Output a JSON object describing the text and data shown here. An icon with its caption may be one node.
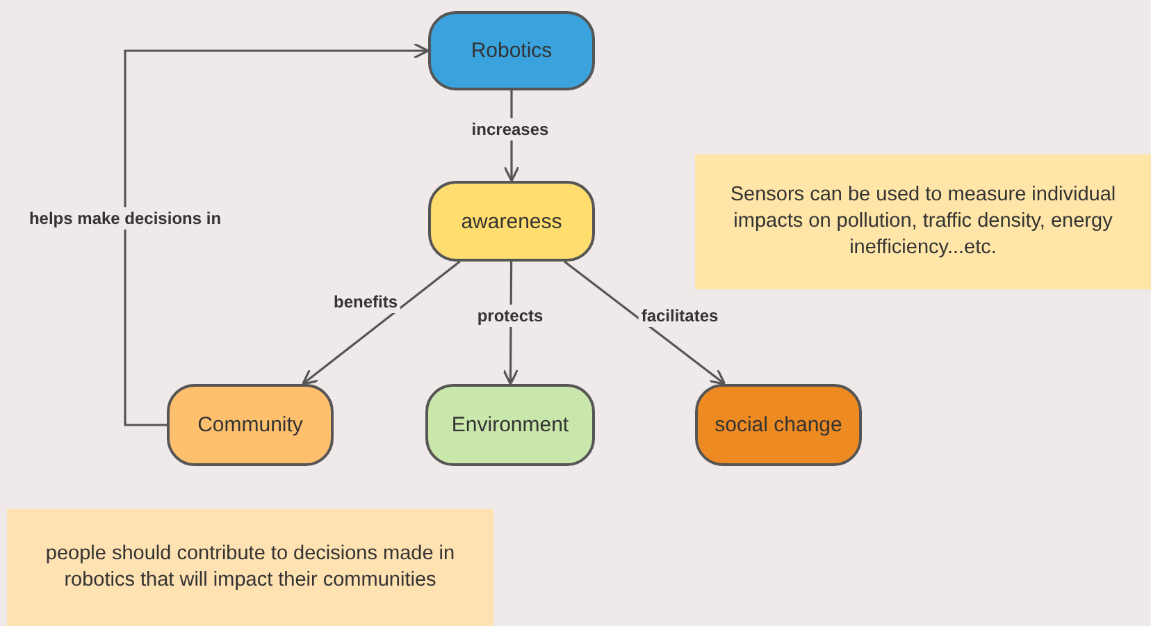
{
  "diagram": {
    "nodes": [
      {
        "text": [
          "Robotics"
        ]
      },
      {
        "text": [
          "awareness"
        ]
      },
      {
        "text": [
          "Community"
        ]
      },
      {
        "text": [
          "Environment"
        ]
      },
      {
        "text": [
          "social change"
        ]
      },
      {
        "text": [
          "Sensors can be used to measure individual impacts on pollution, traffic density, energy inefficiency...etc."
        ]
      },
      {
        "text": [
          "people should contribute to decisions made in robotics that will impact their communities"
        ]
      }
    ],
    "edges": [
      {
        "from": 0,
        "to": 1,
        "arrow": "to",
        "label": "increases"
      },
      {
        "from": 1,
        "to": 2,
        "arrow": "to",
        "label": "benefits"
      },
      {
        "from": 1,
        "to": 3,
        "arrow": "to",
        "label": "protects"
      },
      {
        "from": 1,
        "to": 4,
        "arrow": "to",
        "label": "facilitates"
      },
      {
        "from": 2,
        "to": 0,
        "arrow": "to",
        "label": "helps make decisions in"
      }
    ]
  }
}
